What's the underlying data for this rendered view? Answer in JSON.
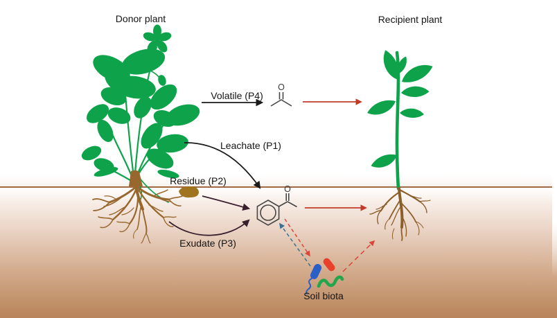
{
  "title_labels": {
    "donor": "Donor plant",
    "recipient": "Recipient plant"
  },
  "pathways": {
    "volatile": "Volatile (P4)",
    "leachate": "Leachate (P1)",
    "residue": "Residue (P2)",
    "exudate": "Exudate (P3)"
  },
  "soil_biota_label": "Soil biota",
  "atoms": {
    "acetone_oxygen": "O",
    "acetophenone_oxygen": "O"
  },
  "colors": {
    "plant_green": "#0ea24b",
    "donor_root_brown": "#97672e",
    "recipient_root_brown": "#8b5e2a",
    "soil_line": "#a06a44",
    "soil_top": "#ffffff",
    "soil_mid": "#e8d0c0",
    "soil_bottom": "#b9845c",
    "arrow_black": "#1a1a1a",
    "arrow_dark_maroon": "#3a1f2e",
    "arrow_red": "#c23a28",
    "dashed_red": "#d8473a",
    "dashed_blue": "#3b7191",
    "bacteria_blue": "#2b5fc7",
    "bacteria_red": "#e8402a",
    "bacteria_green": "#22a64c",
    "residue_blob": "#a0731f",
    "molecule_gray": "#454545"
  }
}
